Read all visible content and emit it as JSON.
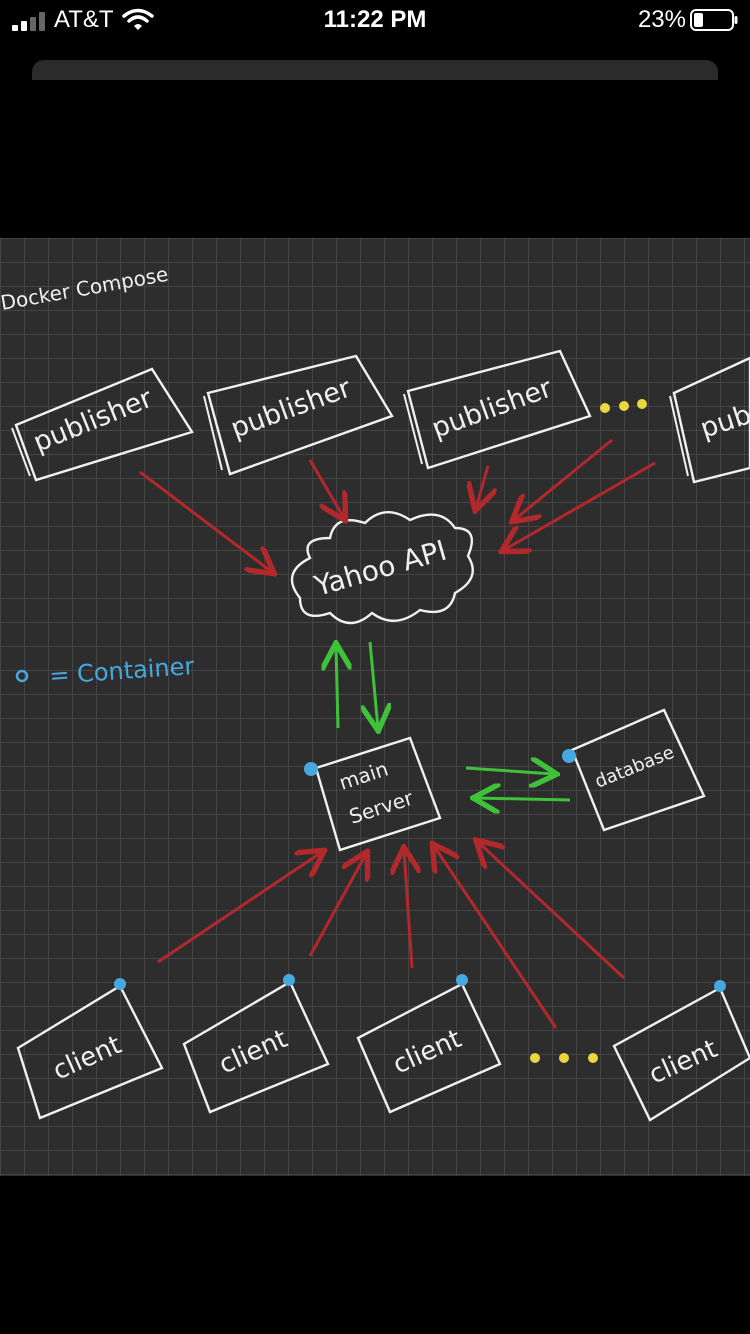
{
  "status_bar": {
    "carrier": "AT&T",
    "time": "11:22 PM",
    "battery_percent": "23%"
  },
  "whiteboard": {
    "title": "Docker Compose",
    "legend": "= Container",
    "publishers": [
      "publisher",
      "publisher",
      "publisher",
      "pub"
    ],
    "ellipsis": "• • •",
    "api": "Yahoo API",
    "server": [
      "main",
      "Server"
    ],
    "database": "database",
    "clients": [
      "client",
      "client",
      "client",
      "client"
    ],
    "colors": {
      "request_arrow": "#b3282b",
      "response_arrow": "#3fc23a",
      "container_dot": "#47a8e0",
      "ellipsis_dot": "#e8d83c",
      "chalk": "#f0f0f0"
    }
  }
}
